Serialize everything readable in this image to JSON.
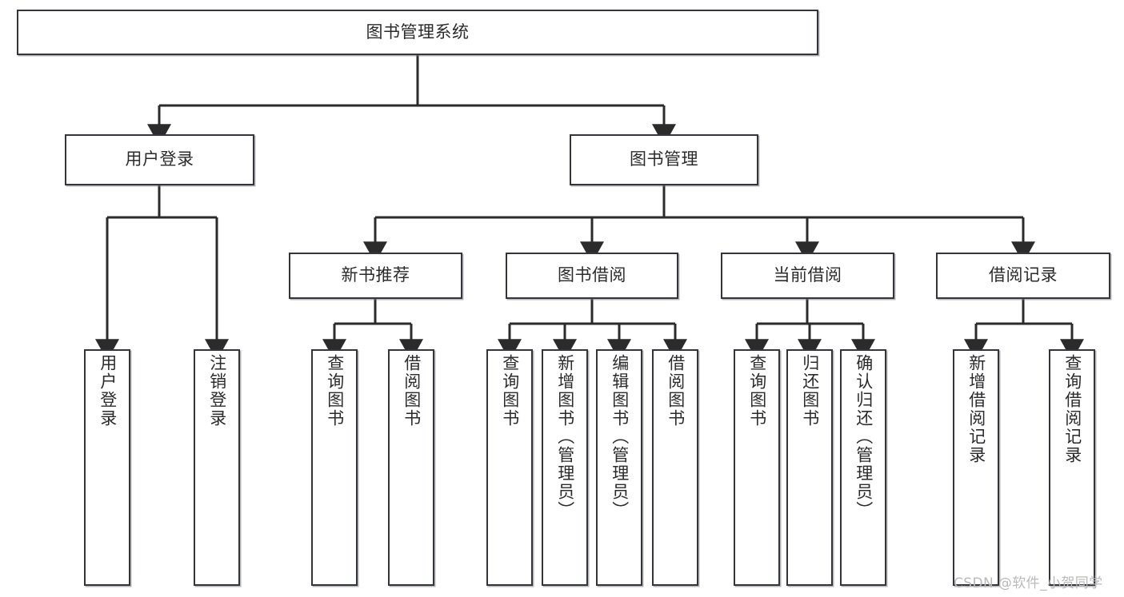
{
  "diagram": {
    "type": "tree-hierarchy",
    "title": "图书管理系统",
    "watermark": "CSDN @软件_小贺同学",
    "colors": {
      "box_border": "#33353a",
      "box_fill": "#ffffff",
      "connector": "#2b2b2b",
      "text": "#2b2b2b",
      "watermark": "#b9b9b9"
    },
    "nodes": {
      "root": {
        "label": "图书管理系统",
        "orientation": "horizontal"
      },
      "level2": [
        {
          "id": "user-login",
          "label": "用户登录",
          "orientation": "horizontal"
        },
        {
          "id": "book-manage",
          "label": "图书管理",
          "orientation": "horizontal"
        }
      ],
      "level3": [
        {
          "id": "new-book-recommend",
          "label": "新书推荐",
          "orientation": "horizontal"
        },
        {
          "id": "book-borrow",
          "label": "图书借阅",
          "orientation": "horizontal"
        },
        {
          "id": "current-borrow",
          "label": "当前借阅",
          "orientation": "horizontal"
        },
        {
          "id": "borrow-record",
          "label": "借阅记录",
          "orientation": "horizontal"
        }
      ],
      "leaves": [
        {
          "id": "leaf-user-login",
          "label": "用户登录",
          "parent": "user-login"
        },
        {
          "id": "leaf-logout-login",
          "label": "注销登录",
          "parent": "user-login"
        },
        {
          "id": "leaf-query-book-1",
          "label": "查询图书",
          "parent": "new-book-recommend"
        },
        {
          "id": "leaf-borrow-book-1",
          "label": "借阅图书",
          "parent": "new-book-recommend"
        },
        {
          "id": "leaf-query-book-2",
          "label": "查询图书",
          "parent": "book-borrow"
        },
        {
          "id": "leaf-add-book",
          "label": "新增图书（管理员）",
          "parent": "book-borrow"
        },
        {
          "id": "leaf-edit-book",
          "label": "编辑图书（管理员）",
          "parent": "book-borrow"
        },
        {
          "id": "leaf-borrow-book-2",
          "label": "借阅图书",
          "parent": "book-borrow"
        },
        {
          "id": "leaf-query-book-3",
          "label": "查询图书",
          "parent": "current-borrow"
        },
        {
          "id": "leaf-return-book",
          "label": "归还图书",
          "parent": "current-borrow"
        },
        {
          "id": "leaf-confirm-return",
          "label": "确认归还（管理员）",
          "parent": "current-borrow"
        },
        {
          "id": "leaf-add-record",
          "label": "新增借阅记录",
          "parent": "borrow-record"
        },
        {
          "id": "leaf-query-record",
          "label": "查询借阅记录",
          "parent": "borrow-record"
        }
      ]
    }
  }
}
